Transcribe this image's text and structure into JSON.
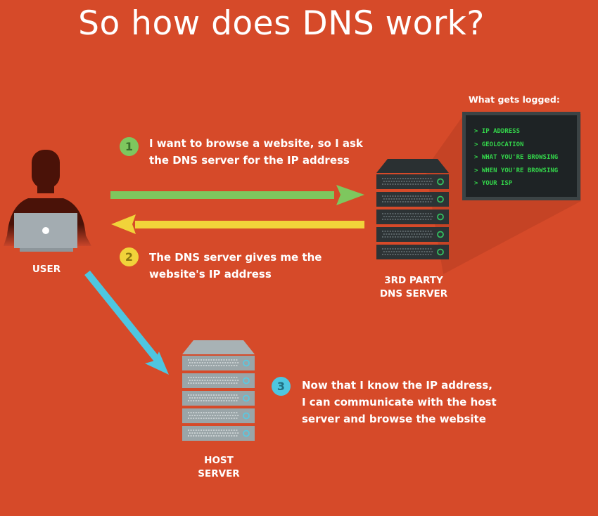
{
  "title": "So how does DNS work?",
  "colors": {
    "background": "#d64a29",
    "step1": "#7ec75e",
    "step2": "#f1d33a",
    "step3": "#4ec6e0",
    "terminal_text": "#33d34a",
    "dns_server": "#2d3335",
    "host_server": "#9aa5a8"
  },
  "user": {
    "label": "USER",
    "icon": "person-with-laptop-icon"
  },
  "dns_server": {
    "label_line1": "3RD PARTY",
    "label_line2": "DNS SERVER",
    "icon": "server-rack-icon"
  },
  "host_server": {
    "label_line1": "HOST",
    "label_line2": "SERVER",
    "icon": "server-rack-icon"
  },
  "steps": [
    {
      "number": "1",
      "line1": "I want to browse a website, so I ask",
      "line2": "the DNS server for the IP address"
    },
    {
      "number": "2",
      "line1": "The DNS server gives me the",
      "line2": "website's IP address"
    },
    {
      "number": "3",
      "line1": "Now that I know the IP address,",
      "line2": "I can communicate with the host",
      "line3": "server and browse the website"
    }
  ],
  "logged": {
    "title": "What gets logged:",
    "items": [
      "> IP ADDRESS",
      "> GEOLOCATION",
      "> WHAT YOU'RE BROWSING",
      "> WHEN YOU'RE BROWSING",
      "> YOUR ISP"
    ]
  }
}
